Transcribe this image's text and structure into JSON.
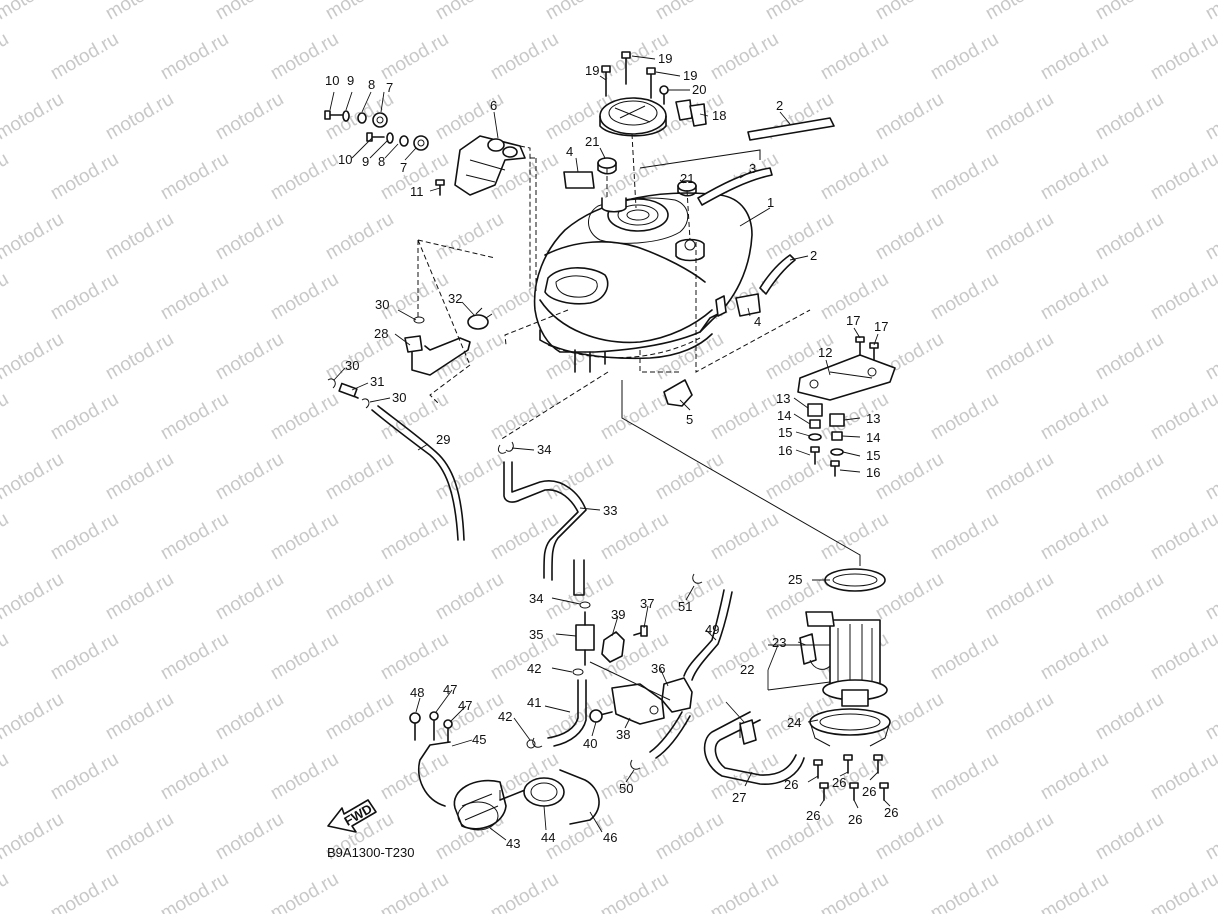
{
  "diagram_code": "B9A1300-T230",
  "watermark": "motod.ru",
  "fwd_label": "FWD",
  "callouts": [
    "1",
    "2",
    "2",
    "3",
    "4",
    "4",
    "5",
    "6",
    "7",
    "7",
    "8",
    "8",
    "9",
    "9",
    "10",
    "10",
    "11",
    "12",
    "13",
    "13",
    "14",
    "14",
    "15",
    "15",
    "16",
    "16",
    "17",
    "17",
    "18",
    "19",
    "19",
    "19",
    "20",
    "21",
    "21",
    "22",
    "23",
    "24",
    "25",
    "26",
    "26",
    "26",
    "26",
    "26",
    "26",
    "27",
    "28",
    "29",
    "30",
    "30",
    "30",
    "31",
    "32",
    "33",
    "34",
    "34",
    "35",
    "36",
    "37",
    "38",
    "39",
    "40",
    "41",
    "42",
    "42",
    "43",
    "44",
    "45",
    "46",
    "47",
    "47",
    "48",
    "49",
    "50",
    "51"
  ]
}
